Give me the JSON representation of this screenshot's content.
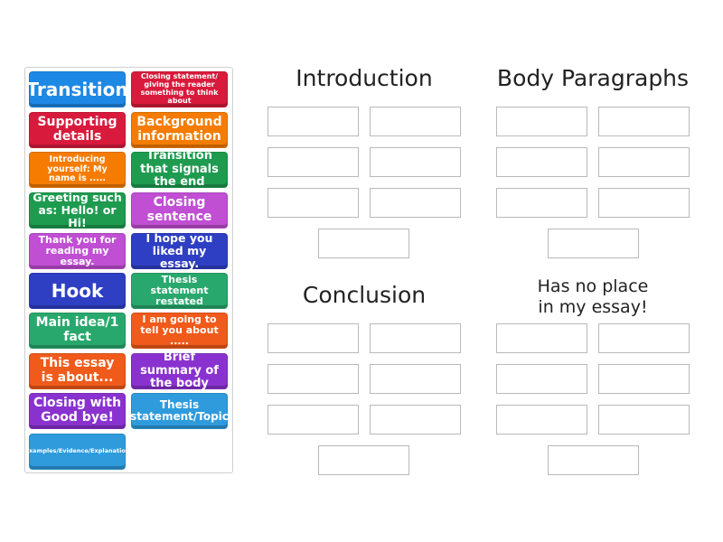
{
  "tiles": [
    {
      "label": "Transition"
    },
    {
      "label": "Closing statement/ giving the reader something to think about"
    },
    {
      "label": "Supporting details"
    },
    {
      "label": "Background information"
    },
    {
      "label": "Introducing yourself: My name is ....."
    },
    {
      "label": "Transition that signals the end"
    },
    {
      "label": "Greeting such as: Hello! or Hi!"
    },
    {
      "label": "Closing sentence"
    },
    {
      "label": "Thank you for reading my essay."
    },
    {
      "label": "I hope you liked my essay."
    },
    {
      "label": "Hook"
    },
    {
      "label": "Thesis statement restated"
    },
    {
      "label": "Main idea/1 fact"
    },
    {
      "label": "I am going to tell you about ....."
    },
    {
      "label": "This essay is about..."
    },
    {
      "label": "Brief summary of the body"
    },
    {
      "label": "Closing with Good bye!"
    },
    {
      "label": "Thesis statement/Topic"
    },
    {
      "label": "Examples/Evidence/Explanation"
    }
  ],
  "groups": {
    "introduction": "Introduction",
    "body": "Body Paragraphs",
    "conclusion": "Conclusion",
    "no_place_line1": "Has no place",
    "no_place_line2": "in my essay!"
  },
  "colors": {
    "blue": "#1e88e5",
    "red": "#d81b3c",
    "orange": "#f57c00",
    "green": "#1e9b4f",
    "violet": "#c04fd3",
    "navy": "#2e3fc4",
    "teal": "#29a86d",
    "sky": "#2f9bdc",
    "orange_red": "#f05a1a",
    "purple": "#8a32cf"
  }
}
